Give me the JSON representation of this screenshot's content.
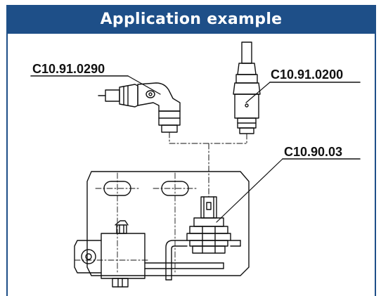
{
  "header": {
    "title": "Application example"
  },
  "labels": {
    "part_left": "C10.91.0290",
    "part_right": "C10.91.0200",
    "part_mount": "C10.90.03"
  },
  "colors": {
    "header_bg": "#1e4f88",
    "line": "#111111"
  }
}
